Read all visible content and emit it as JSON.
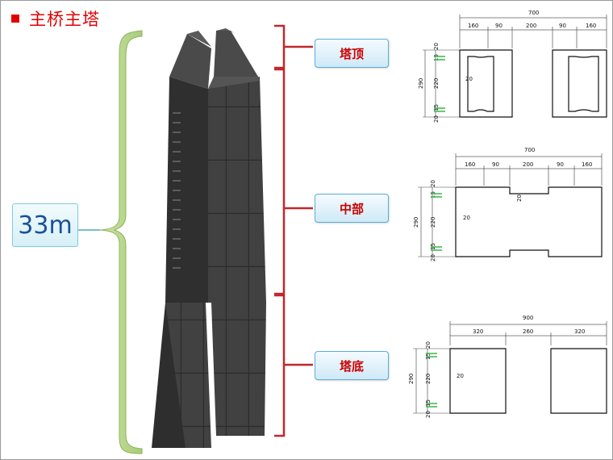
{
  "slide": {
    "title": "主桥主塔",
    "height_label": "33m"
  },
  "sections": {
    "top": {
      "label": "塔顶"
    },
    "middle": {
      "label": "中部"
    },
    "bottom": {
      "label": "塔底"
    }
  },
  "drawings": {
    "top": {
      "total": "700",
      "segments": [
        "160",
        "90",
        "200",
        "90",
        "160"
      ],
      "height": "290",
      "vert": [
        "20",
        "15",
        "220",
        "15",
        "20"
      ],
      "wall": "20"
    },
    "middle": {
      "total": "700",
      "segments": [
        "160",
        "90",
        "200",
        "90",
        "160"
      ],
      "height": "290",
      "vert": [
        "20",
        "15",
        "220",
        "15",
        "20"
      ],
      "wall": "20",
      "notch": "20"
    },
    "bottom": {
      "total": "900",
      "segments": [
        "320",
        "260",
        "320"
      ],
      "height": "290",
      "vert": [
        "20",
        "15",
        "220",
        "15",
        "20"
      ],
      "wall": "20"
    }
  },
  "colors": {
    "title": "#e00000",
    "pill_text": "#cc0000",
    "bracket": "#c0282d",
    "brace": "#b9d58c",
    "tower": "#3a3a3a"
  }
}
